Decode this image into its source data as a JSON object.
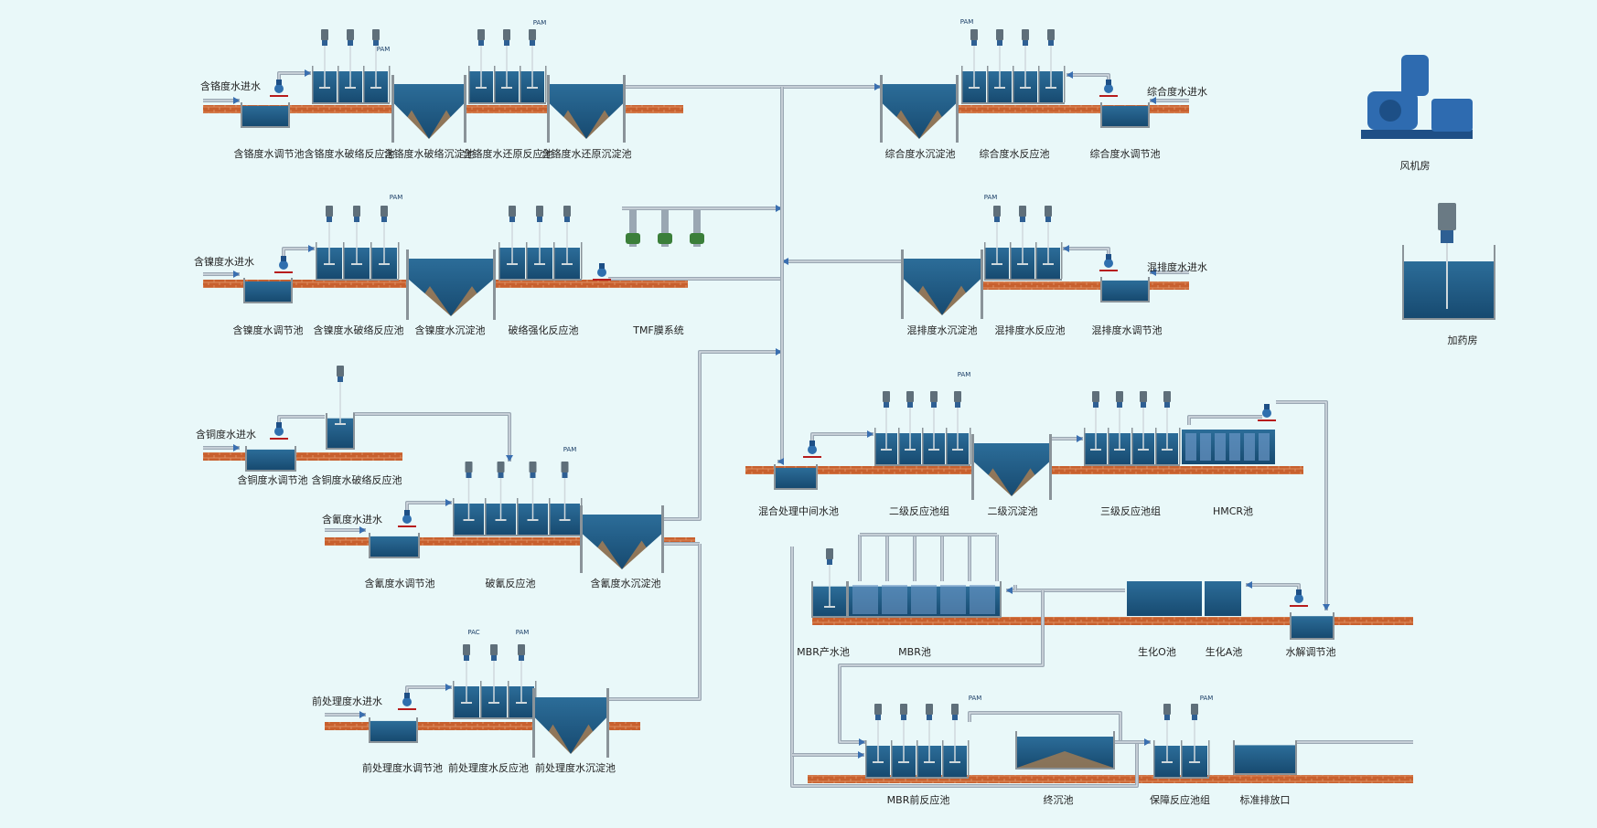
{
  "colors": {
    "background": "#e9f8f9",
    "brick": "#c8602e",
    "water": "#1f5b84",
    "sludge": "#9c7a55",
    "pipe": "#9aa7b3",
    "pump": "#2f6fae"
  },
  "rows": {
    "chrome": {
      "inlet": "含铬度水进水",
      "tanks": [
        "含铬度水调节池",
        "含铬度水破络反应池",
        "含铬度水破络沉淀池",
        "含铬度水还原反应池",
        "含铬度水还原沉淀池"
      ]
    },
    "nickel": {
      "inlet": "含镍度水进水",
      "tanks": [
        "含镍度水调节池",
        "含镍度水破络反应池",
        "含镍度水沉淀池",
        "破络强化反应池",
        "TMF膜系统"
      ]
    },
    "copper": {
      "inlet": "含铜度水进水",
      "tanks": [
        "含铜度水调节池",
        "含铜度水破络反应池"
      ]
    },
    "cyanide": {
      "inlet": "含氰度水进水",
      "tanks": [
        "含氰度水调节池",
        "破氰反应池",
        "含氰度水沉淀池"
      ]
    },
    "pretreat": {
      "inlet": "前处理度水进水",
      "tanks": [
        "前处理度水调节池",
        "前处理度水反应池",
        "前处理度水沉淀池"
      ]
    },
    "composite": {
      "inlet": "综合度水进水",
      "tanks": [
        "综合度水沉淀池",
        "综合度水反应池",
        "综合度水调节池"
      ]
    },
    "mixed": {
      "inlet": "混排度水进水",
      "tanks": [
        "混排度水沉淀池",
        "混排度水反应池",
        "混排度水调节池"
      ]
    },
    "combined": {
      "tanks": [
        "混合处理中间水池",
        "二级反应池组",
        "二级沉淀池",
        "三级反应池组",
        "HMCR池"
      ]
    },
    "bio": {
      "tanks": [
        "MBR产水池",
        "MBR池",
        "生化O池",
        "生化A池",
        "水解调节池"
      ]
    },
    "final": {
      "tanks": [
        "MBR前反应池",
        "终沉池",
        "保障反应池组",
        "标准排放口"
      ]
    }
  },
  "rooms": {
    "blower": "风机房",
    "dosing": "加药房"
  },
  "dosing_tags": {
    "pam": "PAM",
    "pac": "PAC"
  }
}
